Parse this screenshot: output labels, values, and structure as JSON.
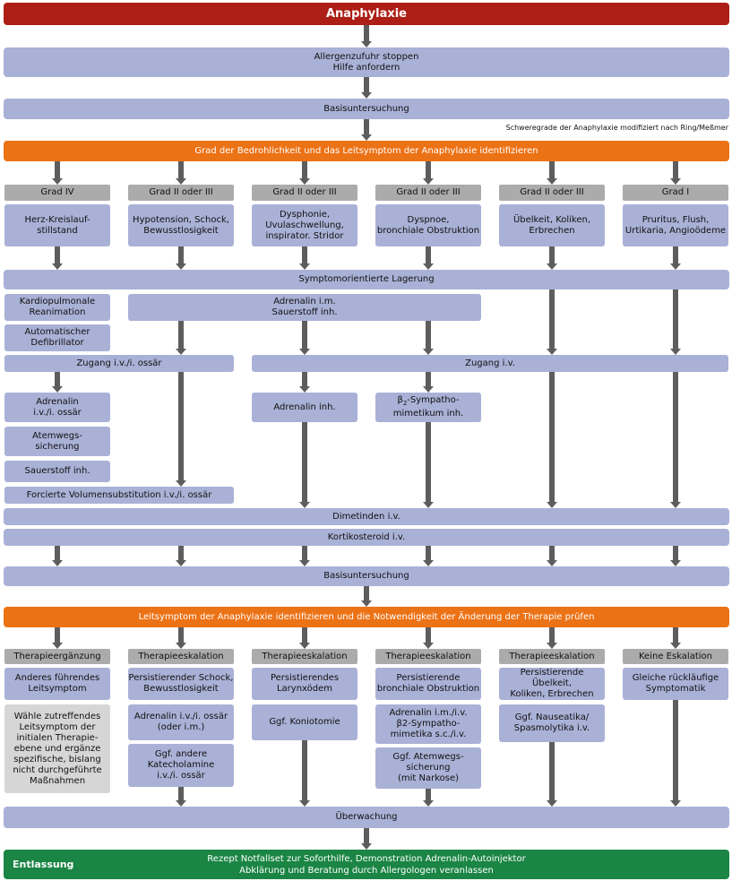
{
  "title": "Anaphylaxie",
  "steps": {
    "stop": "Allergenzufuhr stoppen\nHilfe anfordern",
    "basis1": "Basisuntersuchung",
    "note_schweregrade": "Schweregrade der Anaphylaxie modifiziert nach Ring/Meßmer",
    "identify": "Grad der Bedrohlichkeit und das Leitsymptom der Anaphylaxie identifizieren",
    "lagerung": "Symptomorientierte Lagerung",
    "dimetinden": "Dimetinden i.v.",
    "kortikosteroid": "Kortikosteroid i.v.",
    "basis2": "Basisuntersuchung",
    "leitsymptom": "Leitsymptom der Anaphylaxie identifizieren und die Notwendigkeit der Änderung der Therapie prüfen",
    "ueberwachung": "Überwachung"
  },
  "grades": [
    {
      "grade": "Grad IV",
      "symptom": "Herz-Kreislauf-\nstillstand"
    },
    {
      "grade": "Grad II oder III",
      "symptom": "Hypotension, Schock,\nBewusstlosigkeit"
    },
    {
      "grade": "Grad II oder III",
      "symptom": "Dysphonie,\nUvulaschwellung,\ninspirator. Stridor"
    },
    {
      "grade": "Grad II oder III",
      "symptom": "Dyspnoe,\nbronchiale Obstruktion"
    },
    {
      "grade": "Grad II oder III",
      "symptom": "Übelkeit, Koliken,\nErbrechen"
    },
    {
      "grade": "Grad I",
      "symptom": "Pruritus, Flush,\nUrtikaria, Angioödeme"
    }
  ],
  "therapy": {
    "kardio": "Kardiopulmonale\nReanimation",
    "defib": "Automatischer\nDefibrillator",
    "adrenalin_im": "Adrenalin i.m.\nSauerstoff inh.",
    "zugang_ossar": "Zugang i.v./i. ossär",
    "zugang_iv": "Zugang i.v.",
    "adrenalin_iv_ossar": "Adrenalin\ni.v./i. ossär",
    "atemweg": "Atemwegs-\nsicherung",
    "sauerstoff": "Sauerstoff inh.",
    "volumen": "Forcierte Volumensubstitution i.v./i. ossär",
    "adrenalin_inh": "Adrenalin inh.",
    "b2_prefix": "β",
    "b2_sub": "2",
    "b2_suffix": "-Sympatho-\nmimetikum inh."
  },
  "escalation": [
    {
      "header": "Therapieergänzung",
      "first": "Anderes führendes\nLeitsymptom",
      "more": [
        "Wähle zutreffendes\nLeitsymptom der\ninitialen Therapie-\nebene und ergänze\nspezifische, bislang\nnicht durchgeführte\nMaßnahmen"
      ]
    },
    {
      "header": "Therapieeskalation",
      "first": "Persistierender Schock,\nBewusstlosigkeit",
      "more": [
        "Adrenalin i.v./i. ossär\n(oder i.m.)",
        "Ggf. andere\nKatecholamine\ni.v./i. ossär"
      ]
    },
    {
      "header": "Therapieeskalation",
      "first": "Persistierendes\nLarynxödem",
      "more": [
        "Ggf. Koniotomie"
      ]
    },
    {
      "header": "Therapieeskalation",
      "first": "Persistierende\nbronchiale Obstruktion",
      "more": [
        "Adrenalin i.m./i.v.\nβ2-Sympatho-\nmimetika s.c./i.v.",
        "Ggf. Atemwegs-\nsicherung\n(mit Narkose)"
      ]
    },
    {
      "header": "Therapieeskalation",
      "first": "Persistierende Übelkeit,\nKoliken, Erbrechen",
      "more": [
        "Ggf. Nauseatika/\nSpasmolytika i.v."
      ]
    },
    {
      "header": "Keine Eskalation",
      "first": "Gleiche rückläufige\nSymptomatik",
      "more": []
    }
  ],
  "discharge": {
    "label": "Entlassung",
    "line1": "Rezept Notfallset zur Soforthilfe, Demonstration Adrenalin-Autoinjektor",
    "line2": "Abklärung und Beratung durch Allergologen veranlassen"
  },
  "colors": {
    "red": "#ad1f16",
    "blue": "#a9b1d6",
    "orange": "#ec7216",
    "green": "#1a8544",
    "grey": "#ababab",
    "arrow": "#5d5d5d"
  }
}
